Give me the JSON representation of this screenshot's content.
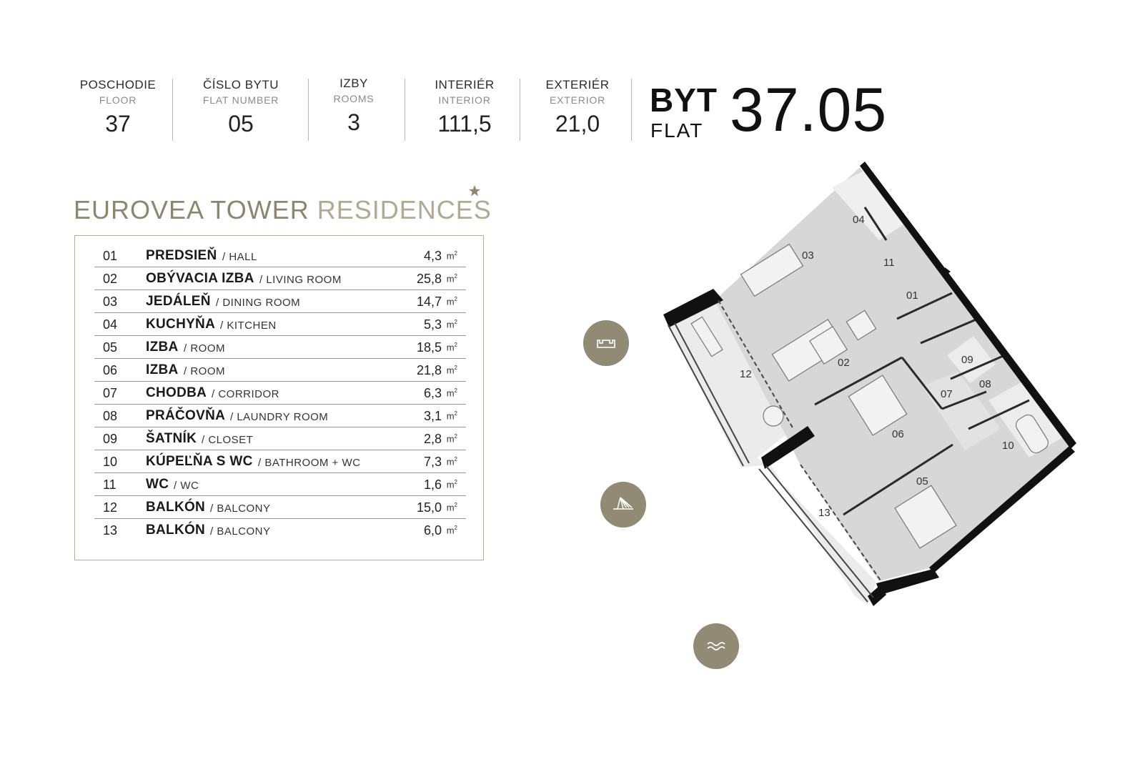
{
  "stats": [
    {
      "label": "POSCHODIE",
      "sub": "FLOOR",
      "value": "37"
    },
    {
      "label": "ČÍSLO BYTU",
      "sub": "FLAT NUMBER",
      "value": "05"
    },
    {
      "label": "IZBY",
      "sub": "ROOMS",
      "value": "3"
    },
    {
      "label": "INTERIÉR",
      "sub": "INTERIOR",
      "value": "111,5"
    },
    {
      "label": "EXTERIÉR",
      "sub": "EXTERIOR",
      "value": "21,0"
    }
  ],
  "flat_title": {
    "byt": "BYT",
    "flat": "FLAT",
    "number": "37.05"
  },
  "brand": {
    "part1": "EUROVEA TOWER",
    "part2": "RESIDENCES"
  },
  "unit": "m",
  "unit_exp": "2",
  "rooms": [
    {
      "no": "01",
      "name_sk": "PREDSIEŇ",
      "name_en": "/ HALL",
      "area": "4,3"
    },
    {
      "no": "02",
      "name_sk": "OBÝVACIA IZBA",
      "name_en": "/ LIVING ROOM",
      "area": "25,8"
    },
    {
      "no": "03",
      "name_sk": "JEDÁLEŇ",
      "name_en": "/ DINING ROOM",
      "area": "14,7"
    },
    {
      "no": "04",
      "name_sk": "KUCHYŇA",
      "name_en": "/ KITCHEN",
      "area": "5,3"
    },
    {
      "no": "05",
      "name_sk": "IZBA",
      "name_en": "/ ROOM",
      "area": "18,5"
    },
    {
      "no": "06",
      "name_sk": "IZBA",
      "name_en": "/ ROOM",
      "area": "21,8"
    },
    {
      "no": "07",
      "name_sk": "CHODBA",
      "name_en": "/ CORRIDOR",
      "area": "6,3"
    },
    {
      "no": "08",
      "name_sk": "PRÁČOVŇA",
      "name_en": "/ LAUNDRY ROOM",
      "area": "3,1"
    },
    {
      "no": "09",
      "name_sk": "ŠATNÍK",
      "name_en": "/ CLOSET",
      "area": "2,8"
    },
    {
      "no": "10",
      "name_sk": "KÚPEĽŇA S WC",
      "name_en": "/ BATHROOM + WC",
      "area": "7,3"
    },
    {
      "no": "11",
      "name_sk": "WC",
      "name_en": "/ WC",
      "area": "1,6"
    },
    {
      "no": "12",
      "name_sk": "BALKÓN",
      "name_en": "/ BALCONY",
      "area": "15,0"
    },
    {
      "no": "13",
      "name_sk": "BALKÓN",
      "name_en": "/ BALCONY",
      "area": "6,0"
    }
  ],
  "plan_labels": [
    "01",
    "02",
    "03",
    "04",
    "05",
    "06",
    "07",
    "08",
    "09",
    "10",
    "11",
    "12",
    "13"
  ],
  "orientation_icons": [
    "castle-icon",
    "bridge-icon",
    "river-icon"
  ],
  "colors": {
    "accent": "#918a74",
    "brand_dark": "#8c866f",
    "brand_light": "#b0aa92",
    "room_fill": "#d9d9d9"
  }
}
